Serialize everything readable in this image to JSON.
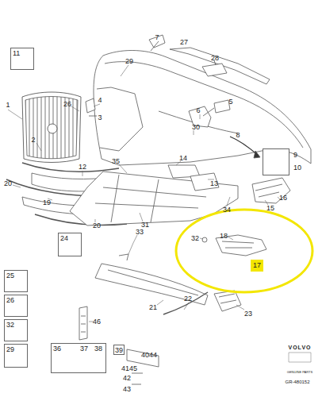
{
  "diagram": {
    "nodes": [
      {
        "text": [
          "11"
        ]
      },
      {
        "text": [
          "9",
          "10"
        ]
      },
      {
        "text": [
          "24"
        ]
      },
      {
        "text": [
          "17"
        ]
      },
      {
        "text": [
          "25"
        ]
      },
      {
        "text": [
          "26"
        ]
      },
      {
        "text": [
          "32"
        ]
      },
      {
        "text": [
          "29"
        ]
      },
      {
        "text": [
          "37",
          "38",
          "36"
        ]
      },
      {
        "text": [
          "39"
        ]
      }
    ],
    "edges": [],
    "labels": [
      "7",
      "27",
      "29",
      "28",
      "1",
      "26",
      "4",
      "6",
      "5",
      "3",
      "30",
      "2",
      "8",
      "35",
      "14",
      "12",
      "13",
      "20",
      "16",
      "19",
      "34",
      "15",
      "31",
      "20",
      "33",
      "32",
      "18",
      "22",
      "21",
      "23",
      "46",
      "4044",
      "4145",
      "42",
      "43",
      "VOLVO",
      "GENUINE PARTS",
      "GR-480152"
    ]
  }
}
